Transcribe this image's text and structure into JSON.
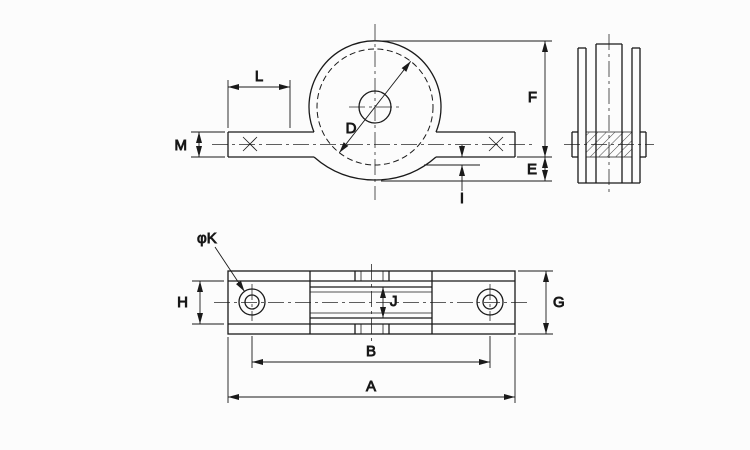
{
  "drawing": {
    "kind": "engineering-drawing-roller-bracket",
    "colors": {
      "line": "#1a1a1a",
      "background": "#fcfcfc"
    }
  },
  "labels": {
    "front": {
      "L": "L",
      "M": "M",
      "D": "D",
      "F": "F",
      "E": "E",
      "I": "I"
    },
    "plan": {
      "phi_k": "φK",
      "H": "H",
      "J": "J",
      "G": "G",
      "B": "B",
      "A": "A"
    }
  }
}
